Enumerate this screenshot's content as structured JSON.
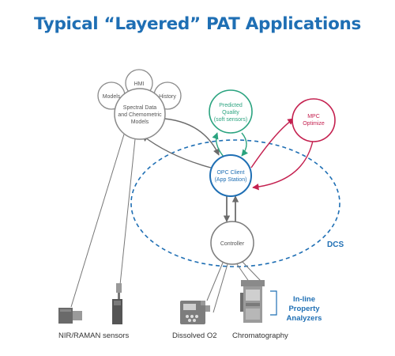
{
  "title": "Typical “Layered” PAT Applications",
  "nodes": {
    "models": "Models",
    "hmi": "HMI",
    "history": "History",
    "spectral_line1": "Spectral Data",
    "spectral_line2": "and Chemometric",
    "spectral_line3": "Models",
    "predicted_line1": "Predicted",
    "predicted_line2": "Quality",
    "predicted_line3": "(soft sensors)",
    "mpc_line1": "MPC",
    "mpc_line2": "Optimize",
    "opc_line1": "OPC Client",
    "opc_line2": "(App Station)",
    "controller": "Controller",
    "dcs": "DCS",
    "inline_line1": "In-line",
    "inline_line2": "Property",
    "inline_line3": "Analyzers"
  },
  "labels": {
    "nir": "NIR/RAMAN sensors",
    "dissolved": "Dissolved O2",
    "chromatography": "Chromatography"
  },
  "colors": {
    "blue": "#1f6fb4",
    "green": "#2aa37f",
    "crimson": "#c4204f",
    "gray": "#7b7b7b",
    "dark": "#444444"
  }
}
